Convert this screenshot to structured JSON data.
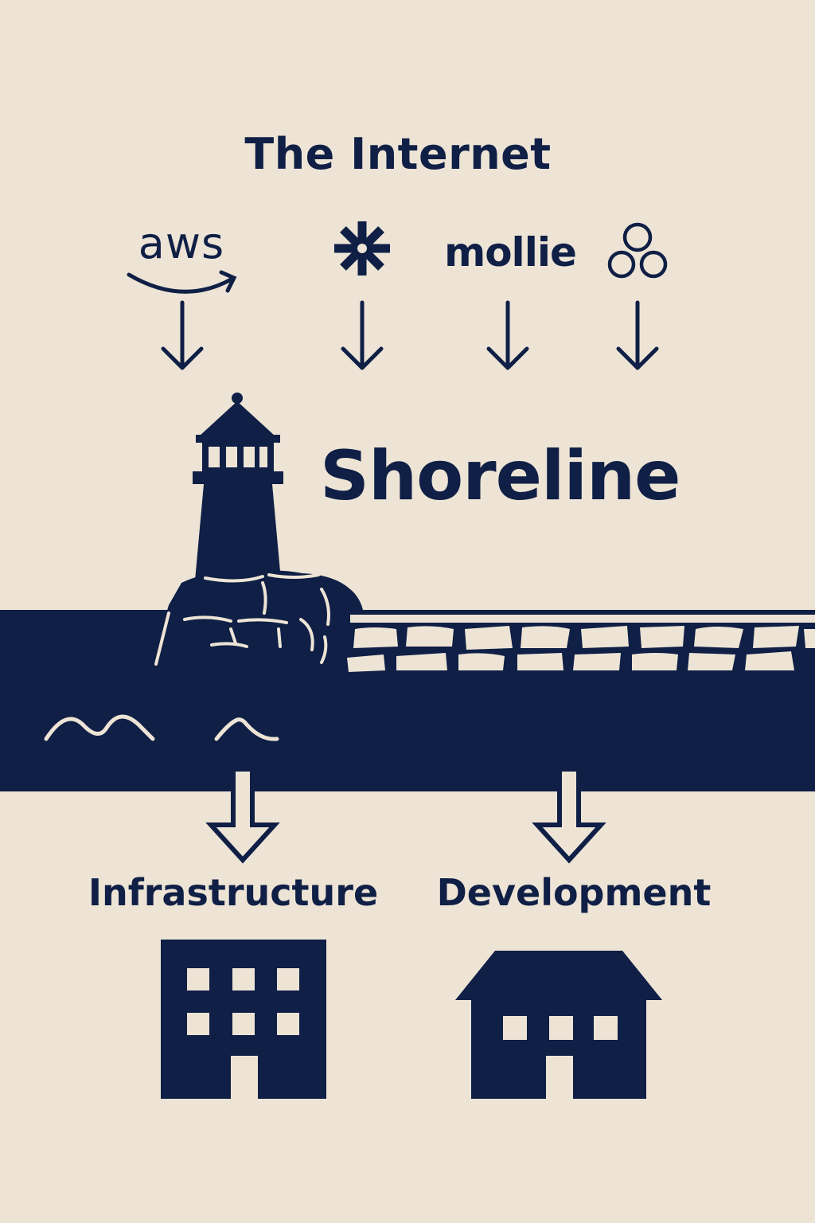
{
  "header": {
    "title": "The Internet"
  },
  "providers": [
    {
      "name": "aws",
      "icon": "aws-smile-logo"
    },
    {
      "name": "",
      "icon": "asterisk-logo"
    },
    {
      "name": "mollie",
      "icon": "mollie-logo"
    },
    {
      "name": "",
      "icon": "three-circles-logo"
    }
  ],
  "shoreline": {
    "title": "Shoreline",
    "icon": "lighthouse-icon"
  },
  "destinations": [
    {
      "label": "Infrastructure",
      "icon": "office-building-icon"
    },
    {
      "label": "Development",
      "icon": "house-icon"
    }
  ],
  "colors": {
    "background": "#ede4d6",
    "ink": "#0f1f45"
  }
}
